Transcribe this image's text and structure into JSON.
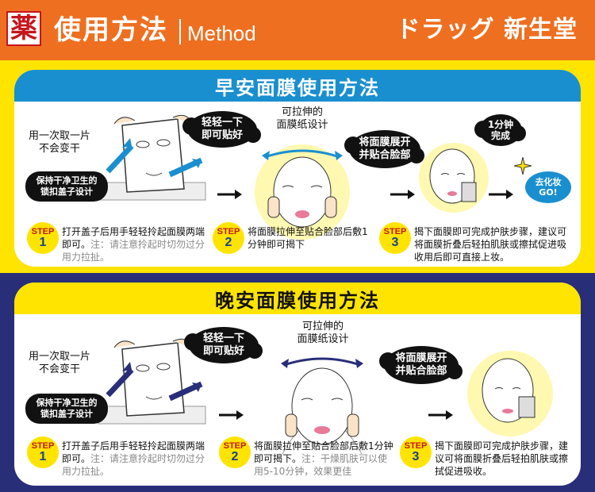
{
  "header": {
    "logo_glyph": "薬",
    "title": "使用方法",
    "subtitle": "Method",
    "brand": "ドラッグ 新生堂",
    "bg_color": "#ee6f20"
  },
  "morning": {
    "title": "早安面膜使用方法",
    "ill1_caption": "用一次取一片\n不会变干",
    "ill1_badge": "保持干净卫生的\n锁扣盖子设计",
    "ill2_bubble": "轻轻一下\n即可贴好",
    "ill2_caption": "可拉伸的\n面膜纸设计",
    "ill2_bubble_b": "将面膜展开\n并贴合脸部",
    "ill3_bubble": "1分钟\n完成",
    "ill3_badge_top": "去化妆",
    "ill3_badge_bottom": "GO!",
    "steps": [
      {
        "label": "STEP",
        "num": "1",
        "text": "打开盖子后用手轻轻拎起面膜两端即可。",
        "note": "注：请注意拎起时切勿过分用力拉扯。"
      },
      {
        "label": "STEP",
        "num": "2",
        "text": "将面膜拉伸至贴合脸部后敷1分钟即可揭下",
        "note": ""
      },
      {
        "label": "STEP",
        "num": "3",
        "text": "揭下面膜即可完成护肤步骤，建议可将面膜折叠后轻拍肌肤或擦拭促进吸收用后即可直接上妆。",
        "note": ""
      }
    ]
  },
  "evening": {
    "title": "晚安面膜使用方法",
    "ill1_caption": "用一次取一片\n不会变干",
    "ill1_badge": "保持干净卫生的\n锁扣盖子设计",
    "ill2_bubble": "轻轻一下\n即可贴好",
    "ill2_caption": "可拉伸的\n面膜纸设计",
    "ill2_bubble_b": "将面膜展开\n并贴合脸部",
    "steps": [
      {
        "label": "STEP",
        "num": "1",
        "text": "打开盖子后用手轻轻拎起面膜两端即可。",
        "note": "注：请注意拎起时切勿过分用力拉扯。"
      },
      {
        "label": "STEP",
        "num": "2",
        "text": "将面膜拉伸至贴合脸部后敷1分钟即可揭下。",
        "note": "注：干燥肌肤可以使用5-10分钟，效果更佳"
      },
      {
        "label": "STEP",
        "num": "3",
        "text": "揭下面膜即可完成护肤步骤，建议可将面膜折叠后轻拍肌肤或擦拭促进吸收。",
        "note": ""
      }
    ]
  },
  "colors": {
    "orange": "#ee6f20",
    "yellow": "#ffe400",
    "blue": "#1a8fd0",
    "navy": "#292e79",
    "red": "#c4161c"
  },
  "icons": [
    "right-arrow-icon",
    "hand-lift-mask-icon",
    "face-mask-icon",
    "face-wipe-icon",
    "sparkle-icon"
  ]
}
